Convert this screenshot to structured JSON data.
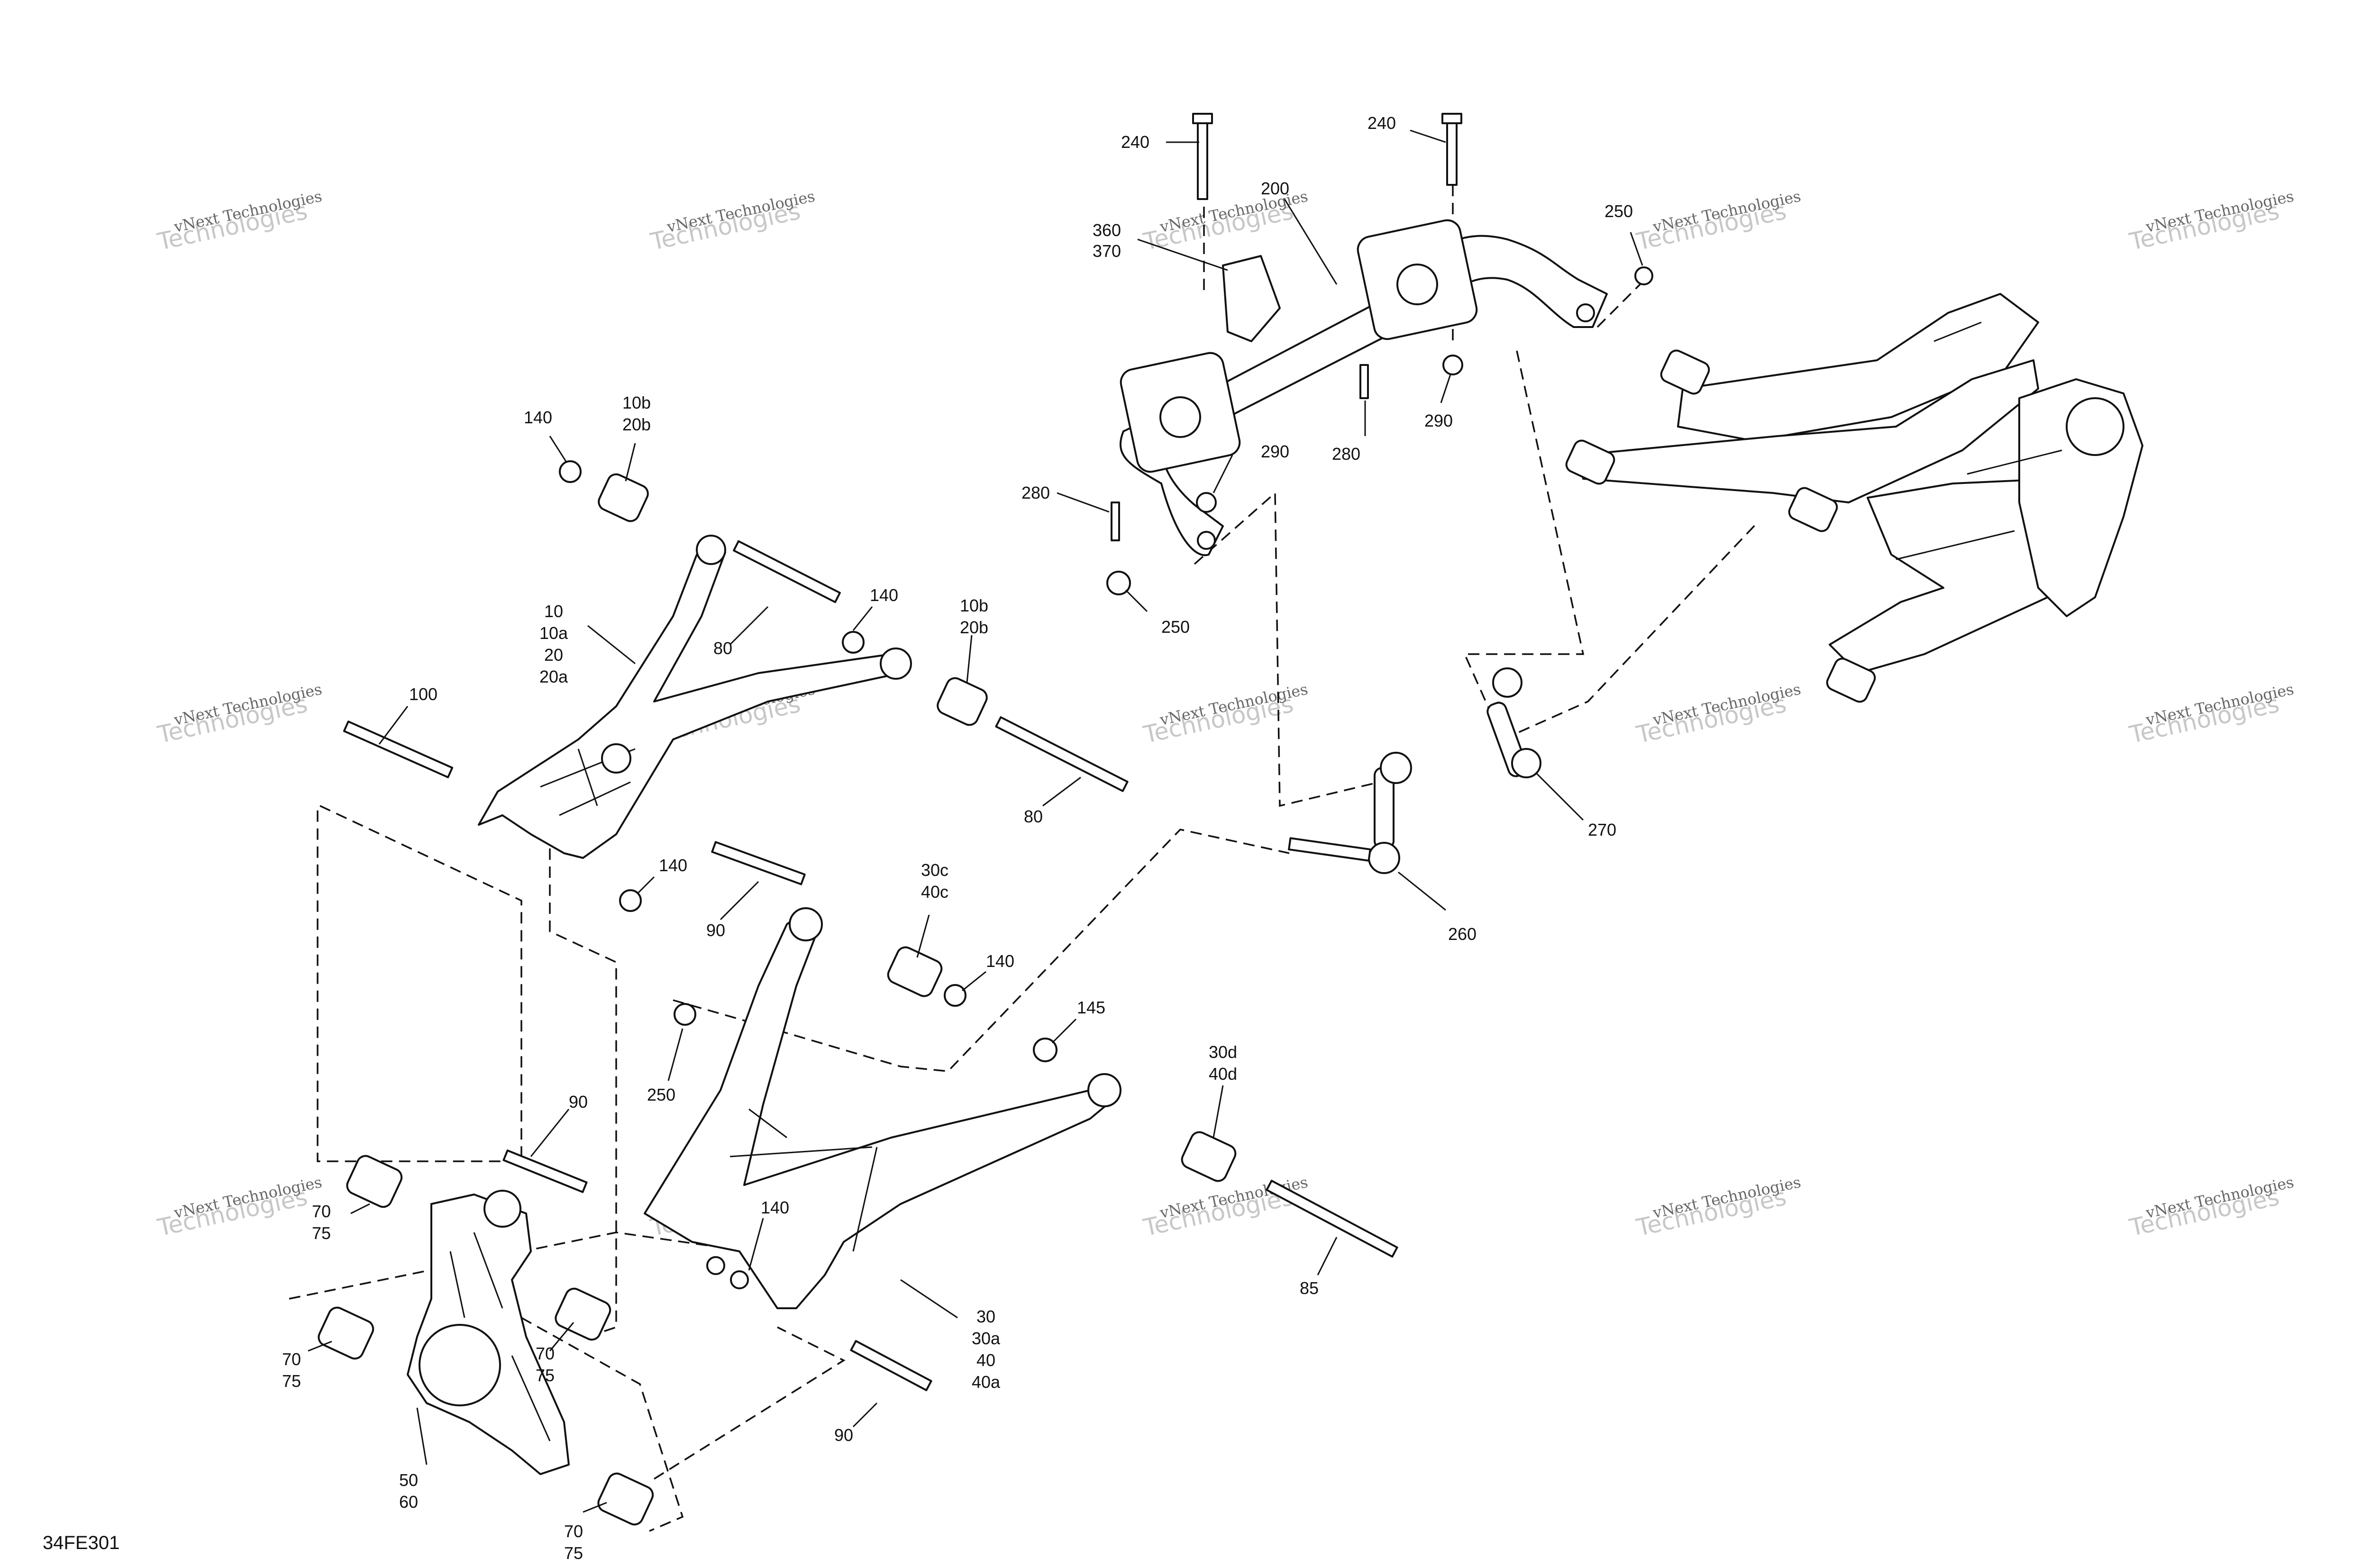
{
  "diagram": {
    "code": "34FE301",
    "watermark": {
      "top": "vNext Technologies",
      "big": "Technologies"
    },
    "callouts": {
      "c240a": "240",
      "c240b": "240",
      "c200": "200",
      "c250a": "250",
      "c360": "360",
      "c370": "370",
      "c280a": "280",
      "c290a": "290",
      "c280b": "280",
      "c290b": "290",
      "c250b": "250",
      "c140a": "140",
      "c10b": "10b",
      "c20b": "20b",
      "c10": "10",
      "c10a": "10a",
      "c20": "20",
      "c20a": "20a",
      "c80a": "80",
      "c140b": "140",
      "c10b2": "10b",
      "c20b2": "20b",
      "c100": "100",
      "c80b": "80",
      "c140c": "140",
      "c90a": "90",
      "c30c": "30c",
      "c40c": "40c",
      "c140d": "140",
      "c145": "145",
      "c250c": "250",
      "c30d": "30d",
      "c40d": "40d",
      "c270": "270",
      "c260": "260",
      "c90b": "90",
      "c70a": "70",
      "c75a": "75",
      "c140e": "140",
      "c85": "85",
      "c70b": "70",
      "c75b": "75",
      "c70c": "70",
      "c75c": "75",
      "c30": "30",
      "c30a": "30a",
      "c40": "40",
      "c40a": "40a",
      "c90c": "90",
      "c50": "50",
      "c60": "60",
      "c70d": "70",
      "c75d": "75"
    }
  }
}
